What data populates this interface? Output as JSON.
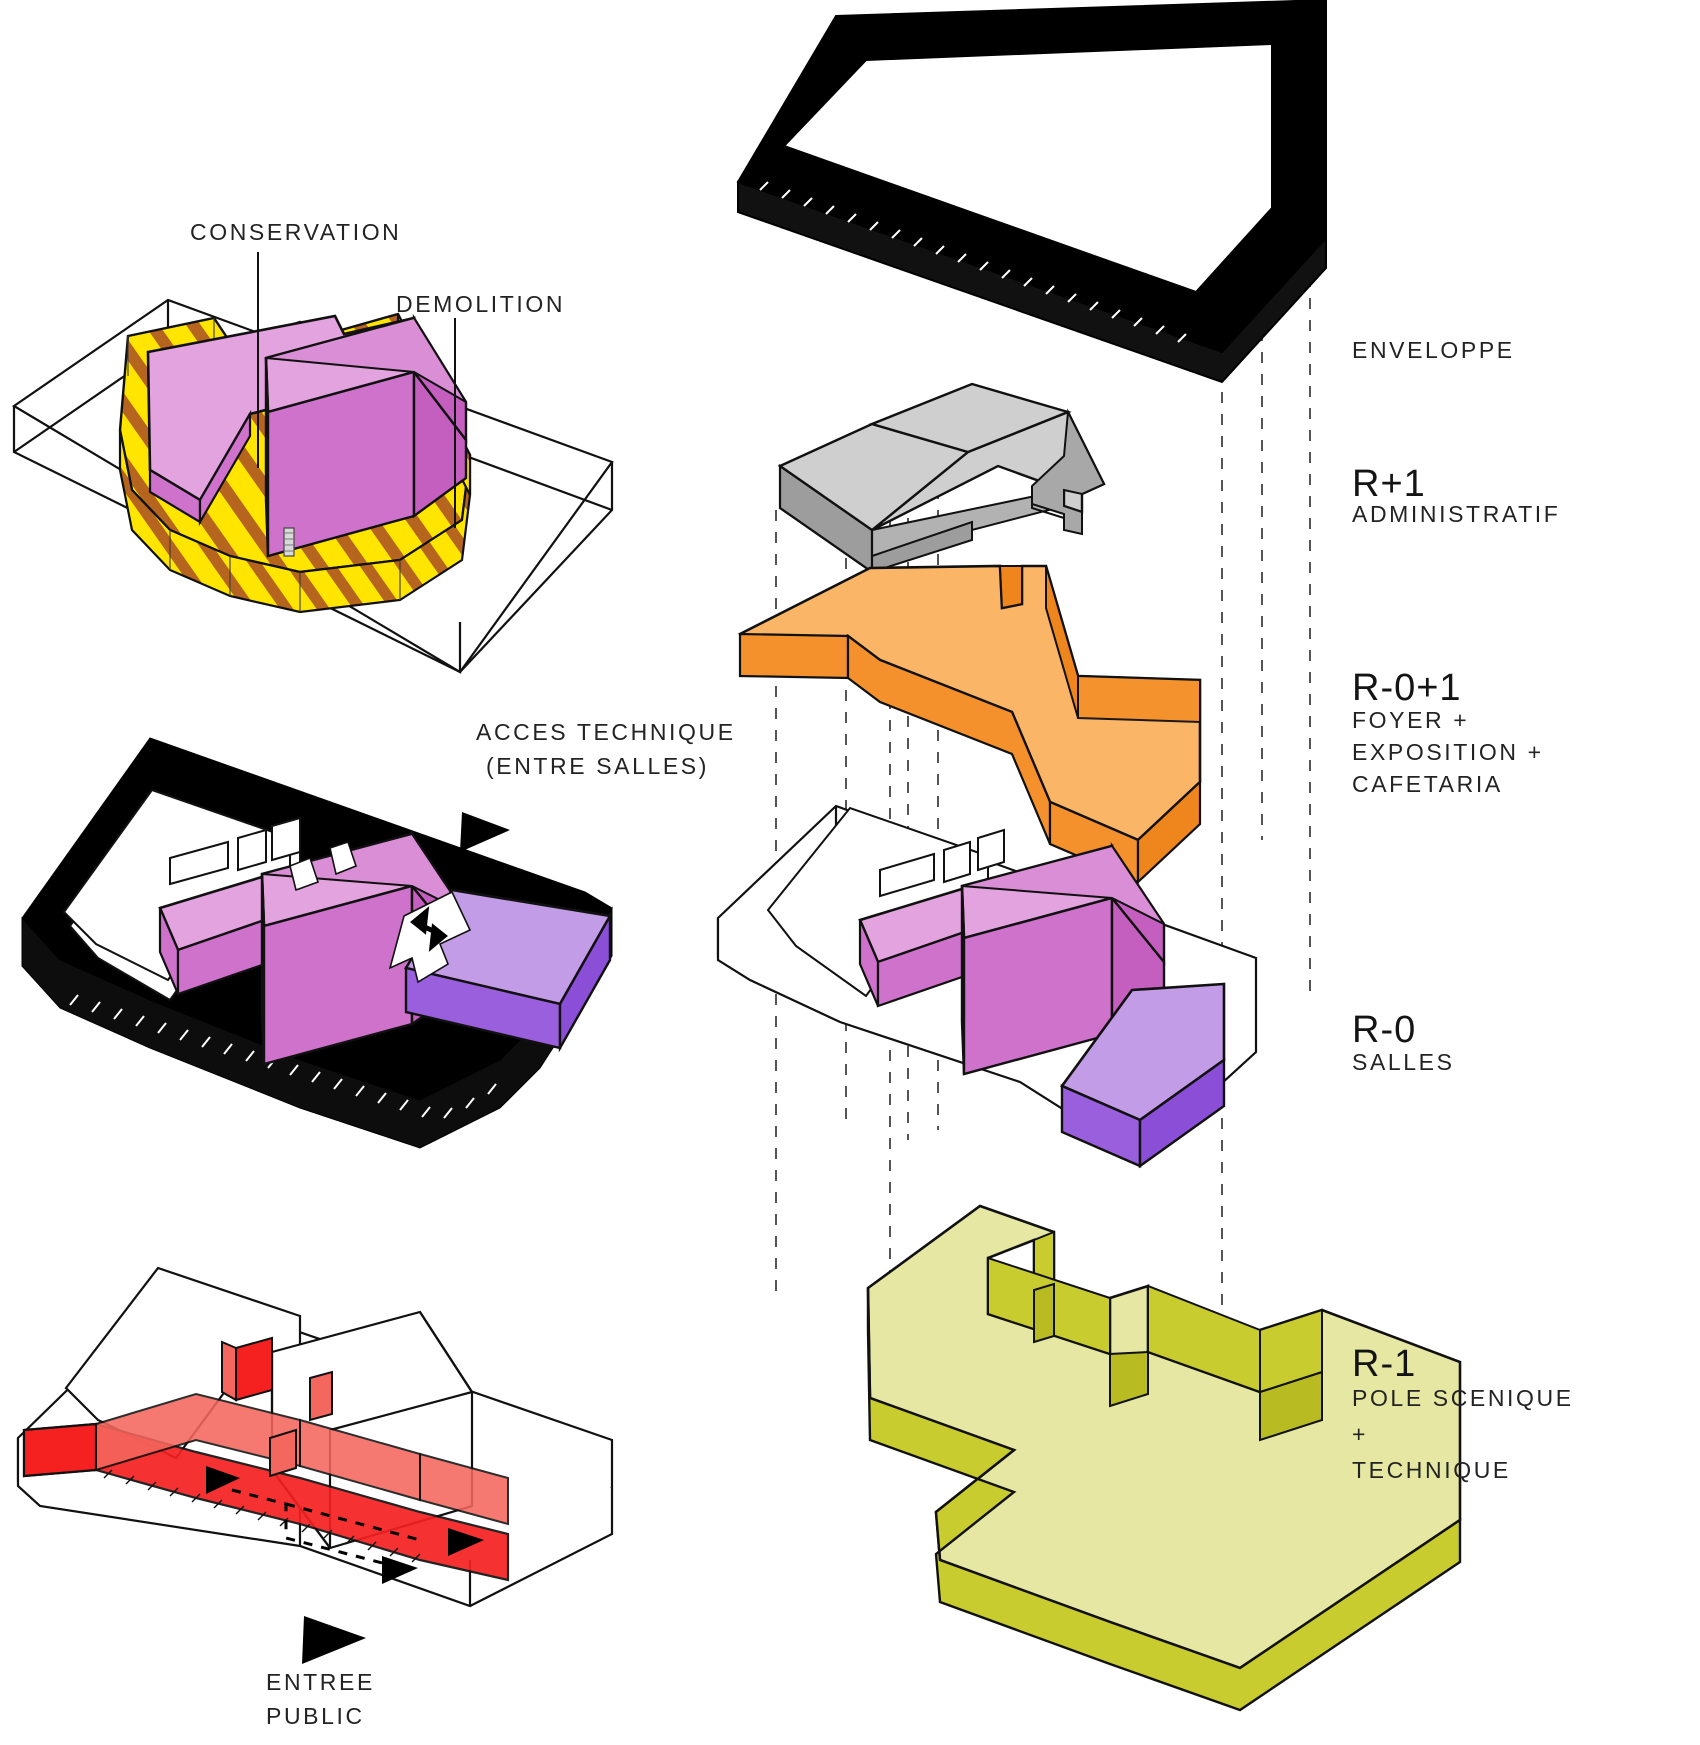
{
  "diagram": {
    "title": "Exploded axonometric - programme par niveau",
    "background": "#ffffff",
    "line_color": "#111111"
  },
  "labels": {
    "conservation": "CONSERVATION",
    "demolition": "DEMOLITION",
    "acces_technique_line1": "ACCES TECHNIQUE",
    "acces_technique_line2": "(ENTRE SALLES)",
    "entree_line1": "ENTREE",
    "entree_line2": "PUBLIC"
  },
  "legend": [
    {
      "id": "enveloppe",
      "level": "",
      "title": "ENVELOPPE",
      "subtitle_lines": [],
      "color": "#000000",
      "color_top": "#000000",
      "color_side": "#000000"
    },
    {
      "id": "r-plus-1",
      "level": "R+1",
      "title": "R+1",
      "subtitle_lines": [
        "ADMINISTRATIF"
      ],
      "color": "#c9c9c9",
      "color_top": "#cfcfcf",
      "color_side": "#9d9d9d"
    },
    {
      "id": "r-0-plus-1",
      "level": "R-0+1",
      "title": "R-0+1",
      "subtitle_lines": [
        "FOYER +",
        "EXPOSITION +",
        "CAFETARIA"
      ],
      "color": "#f7a54a",
      "color_top": "#fab567",
      "color_side": "#f4912c"
    },
    {
      "id": "r-0",
      "level": "R-0",
      "title": "R-0",
      "subtitle_lines": [
        "SALLES"
      ],
      "color": "#c08ad8",
      "color_top": "#c79ae0",
      "color_side": "#8f4fd1"
    },
    {
      "id": "r-minus-1",
      "level": "R-1",
      "title": "R-1",
      "subtitle_lines": [
        "POLE SCENIQUE",
        "+",
        "TECHNIQUE"
      ],
      "color": "#e3e49a",
      "color_top": "#e6e7a3",
      "color_side": "#c8cc2f"
    }
  ],
  "palette": {
    "conservation_top": "#e2a3de",
    "conservation_face": "#cf72cc",
    "conservation_side": "#c45fc0",
    "demolition_yellow": "#ffe500",
    "demolition_hatch": "#b5651d",
    "salles_purple_top": "#c39ce8",
    "salles_purple_side": "#8a4fd6",
    "circulation_red": "#f52020",
    "circulation_red_light": "#f4675e",
    "envelope_black": "#000000",
    "outline": "#111111",
    "dashed_guide": "#555555"
  },
  "views": [
    {
      "id": "view-existing",
      "name": "existant-conservation-demolition",
      "callouts": [
        "CONSERVATION",
        "DEMOLITION"
      ]
    },
    {
      "id": "view-technique",
      "name": "acces-technique",
      "callouts": [
        "ACCES TECHNIQUE",
        "(ENTRE SALLES)"
      ]
    },
    {
      "id": "view-public",
      "name": "entree-public-circulation",
      "callouts": [
        "ENTREE",
        "PUBLIC"
      ]
    },
    {
      "id": "view-exploded",
      "name": "axonometrie-eclatee",
      "callouts": [
        "ENVELOPPE",
        "R+1",
        "R-0+1",
        "R-0",
        "R-1"
      ]
    }
  ]
}
